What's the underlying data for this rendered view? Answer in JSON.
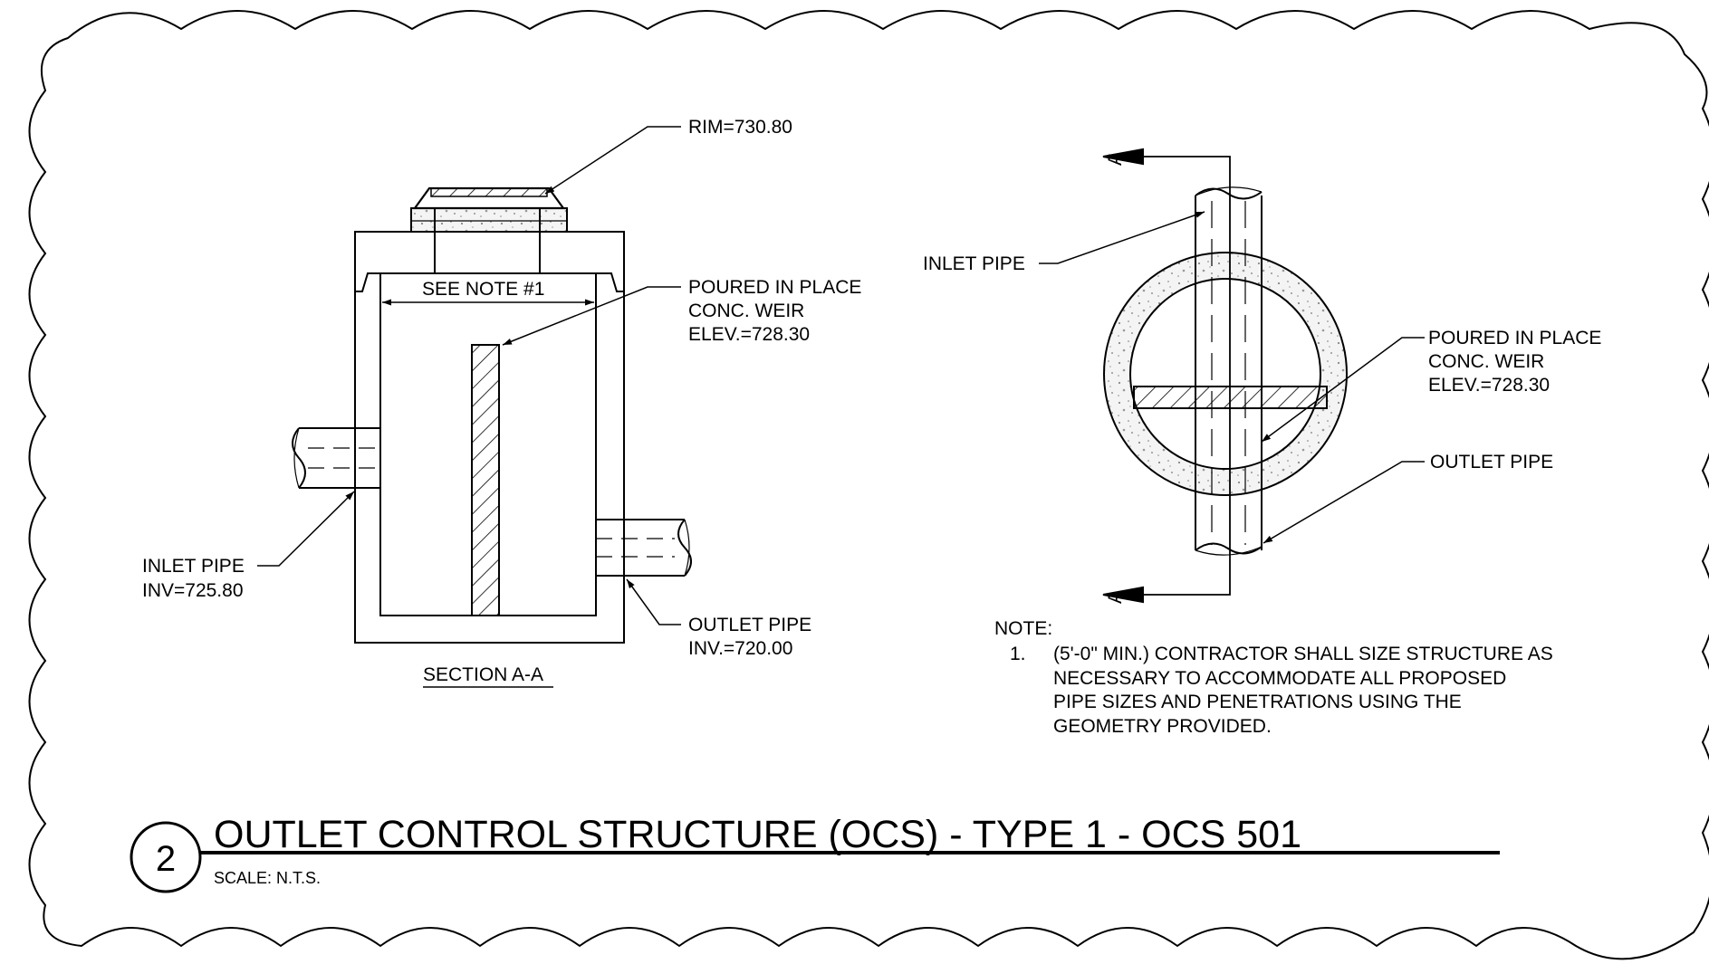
{
  "section": {
    "rim": "RIM=730.80",
    "see_note": "SEE NOTE #1",
    "weir": [
      "POURED IN PLACE",
      "CONC. WEIR",
      "ELEV.=728.30"
    ],
    "inlet": [
      "INLET PIPE",
      "INV=725.80"
    ],
    "outlet": [
      "OUTLET PIPE",
      "INV.=720.00"
    ],
    "caption": "SECTION A-A"
  },
  "plan": {
    "inlet": "INLET PIPE",
    "weir": [
      "POURED IN PLACE",
      "CONC. WEIR",
      "ELEV.=728.30"
    ],
    "outlet": "OUTLET PIPE",
    "cut_mark": "A"
  },
  "notes": {
    "heading": "NOTE:",
    "number": "1.",
    "lines": [
      "(5'-0\" MIN.) CONTRACTOR SHALL SIZE STRUCTURE AS",
      "NECESSARY TO ACCOMMODATE ALL PROPOSED",
      "PIPE SIZES AND PENETRATIONS USING THE",
      "GEOMETRY PROVIDED."
    ]
  },
  "title_block": {
    "number": "2",
    "title": "OUTLET CONTROL STRUCTURE (OCS) - TYPE 1 - OCS 501",
    "scale": "SCALE: N.T.S."
  }
}
